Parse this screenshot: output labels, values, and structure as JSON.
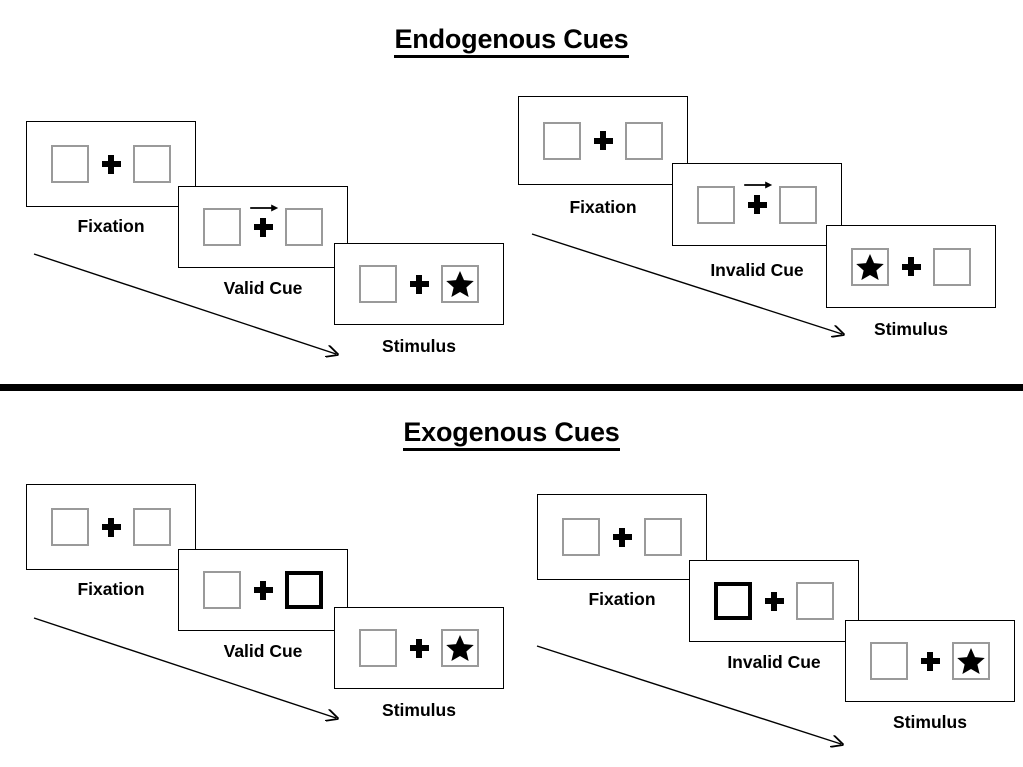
{
  "sections": [
    {
      "title": "Endogenous Cues",
      "groups": [
        {
          "name": "endogenous-valid",
          "panels": [
            {
              "label": "Fixation",
              "cue": "none",
              "cued_side": "none",
              "target": "none"
            },
            {
              "label": "Valid Cue",
              "cue": "arrow",
              "cued_side": "right",
              "target": "none"
            },
            {
              "label": "Stimulus",
              "cue": "none",
              "cued_side": "none",
              "target": "right"
            }
          ]
        },
        {
          "name": "endogenous-invalid",
          "panels": [
            {
              "label": "Fixation",
              "cue": "none",
              "cued_side": "none",
              "target": "none"
            },
            {
              "label": "Invalid Cue",
              "cue": "arrow",
              "cued_side": "right",
              "target": "none"
            },
            {
              "label": "Stimulus",
              "cue": "none",
              "cued_side": "none",
              "target": "left"
            }
          ]
        }
      ]
    },
    {
      "title": "Exogenous Cues",
      "groups": [
        {
          "name": "exogenous-valid",
          "panels": [
            {
              "label": "Fixation",
              "cue": "none",
              "cued_side": "none",
              "target": "none"
            },
            {
              "label": "Valid Cue",
              "cue": "box-flash",
              "cued_side": "right",
              "target": "none"
            },
            {
              "label": "Stimulus",
              "cue": "none",
              "cued_side": "none",
              "target": "right"
            }
          ]
        },
        {
          "name": "exogenous-invalid",
          "panels": [
            {
              "label": "Fixation",
              "cue": "none",
              "cued_side": "none",
              "target": "none"
            },
            {
              "label": "Invalid Cue",
              "cue": "box-flash",
              "cued_side": "left",
              "target": "none"
            },
            {
              "label": "Stimulus",
              "cue": "none",
              "cued_side": "none",
              "target": "right"
            }
          ]
        }
      ]
    }
  ],
  "icons": {
    "fixation_cross": "plus-icon",
    "target": "star-icon",
    "cue_arrow": "arrow-right-icon",
    "timeline": "timeline-arrow-icon"
  },
  "colors": {
    "ink": "#000000",
    "square_border": "#9a9a9a",
    "panel_border": "#000000",
    "background": "#ffffff"
  }
}
